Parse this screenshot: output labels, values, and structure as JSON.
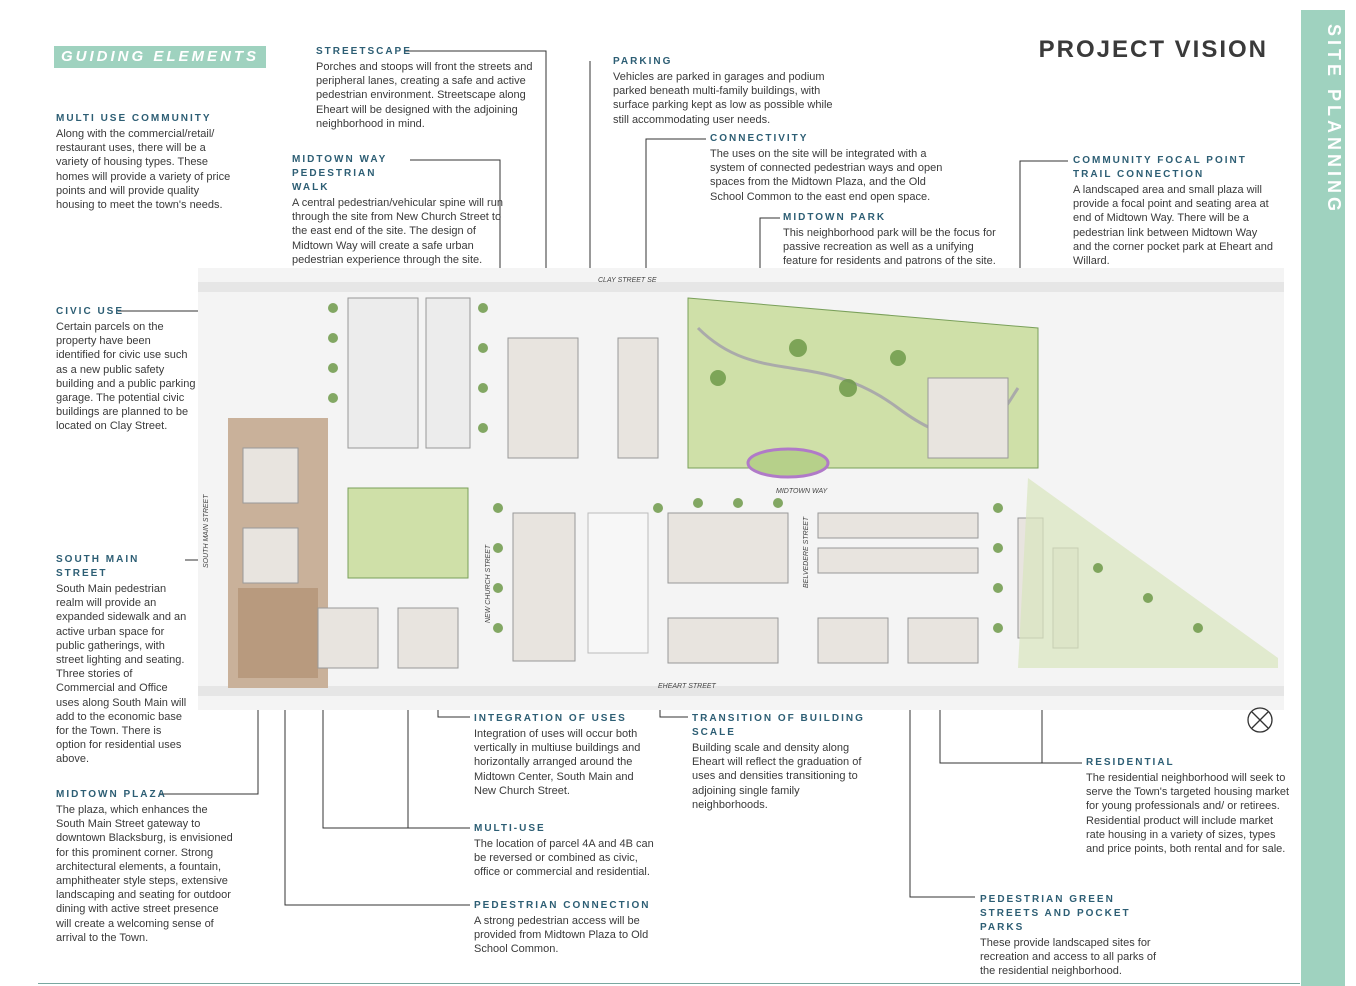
{
  "header": {
    "guiding": "GUIDING ELEMENTS",
    "title": "PROJECT VISION",
    "sidebar": "SITE PLANNING"
  },
  "blocks": {
    "multi_use_community": {
      "heading": "MULTI USE COMMUNITY",
      "body": "Along with the commercial/retail/ restaurant uses, there will be a variety of housing types. These homes will provide a variety of price points and will provide quality housing to meet the town's needs."
    },
    "civic_use": {
      "heading": "CIVIC USE",
      "body": "Certain parcels on the property have been identified for civic use such as a new public safety building and a public parking garage. The potential civic buildings are planned to be located on Clay Street."
    },
    "south_main": {
      "heading": "SOUTH MAIN STREET",
      "body": "South Main pedestrian realm will provide an expanded sidewalk and an active urban space for public gatherings, with street lighting and seating. Three stories of Commercial and Office uses along South Main will add to the economic base for the Town. There is option for residential uses above."
    },
    "midtown_plaza": {
      "heading": "MIDTOWN PLAZA",
      "body": "The plaza, which enhances the South Main Street gateway to downtown Blacksburg, is envisioned for this prominent corner. Strong architectural elements, a fountain, amphitheater style steps, extensive landscaping and seating for outdoor dining with active street presence will create a welcoming sense of arrival to the Town."
    },
    "streetscape": {
      "heading": "STREETSCAPE",
      "body": "Porches and stoops will front the streets and peripheral lanes, creating a safe and active pedestrian environment. Streetscape along Eheart will be designed with the adjoining neighborhood in mind."
    },
    "midtown_way": {
      "heading": "MIDTOWN WAY PEDESTRIAN WALK",
      "body": "A central pedestrian/vehicular spine will run through the site from New Church Street to the east end of the site. The design of Midtown Way will create a safe urban pedestrian experience through the site."
    },
    "parking": {
      "heading": "PARKING",
      "body": "Vehicles are parked in garages and podium parked beneath multi-family buildings, with surface parking kept as low as possible while still accommodating user needs."
    },
    "connectivity": {
      "heading": "CONNECTIVITY",
      "body": "The uses on the site will be integrated with a system of connected pedestrian ways and open spaces from the Midtown Plaza, and the Old School Common to the east end open space."
    },
    "midtown_park": {
      "heading": "MIDTOWN PARK",
      "body": "This neighborhood park will be the focus for passive recreation as well as a unifying feature for residents and patrons of the site."
    },
    "community_focal": {
      "heading": "COMMUNITY FOCAL POINT TRAIL CONNECTION",
      "body": "A landscaped area and small plaza will provide a focal point and seating area at end of Midtown Way. There will be a pedestrian link between Midtown Way and the corner pocket park at Eheart and Willard."
    },
    "integration": {
      "heading": "INTEGRATION OF USES",
      "body": "Integration of uses will occur both vertically in multiuse buildings and horizontally arranged around the Midtown Center, South Main and New Church Street."
    },
    "multi_use": {
      "heading": "MULTI-USE",
      "body": "The location of parcel 4A and 4B can be reversed or combined as civic, office or commercial and residential."
    },
    "pedestrian_connection": {
      "heading": "PEDESTRIAN CONNECTION",
      "body": "A strong pedestrian access will be provided from Midtown Plaza to Old School Common."
    },
    "transition": {
      "heading": "TRANSITION OF BUILDING SCALE",
      "body": "Building scale and density along Eheart will reflect the graduation of uses and densities transitioning to adjoining single family neighborhoods."
    },
    "residential": {
      "heading": "RESIDENTIAL",
      "body": "The residential neighborhood will seek to serve the Town's targeted housing market for young professionals and/ or retirees. Residential product will include market rate housing in a variety of sizes, types and price points, both rental and for sale."
    },
    "green_streets": {
      "heading": "PEDESTRIAN GREEN STREETS AND POCKET PARKS",
      "body": "These provide landscaped sites for recreation and access to all parks of the residential neighborhood."
    }
  },
  "streets": {
    "clay": "CLAY STREET SE",
    "south_main": "SOUTH MAIN STREET",
    "new_church": "NEW CHURCH STREET",
    "midtown_way": "MIDTOWN WAY",
    "belvedere": "BELVEDERE STREET",
    "eheart": "EHEART STREET"
  },
  "colors": {
    "accent": "#9fd2bf",
    "heading": "#2d5e74",
    "grass": "#cfe0a8",
    "tree": "#6f9a4a",
    "building": "#e8e4df",
    "paving": "#b89a7e"
  }
}
